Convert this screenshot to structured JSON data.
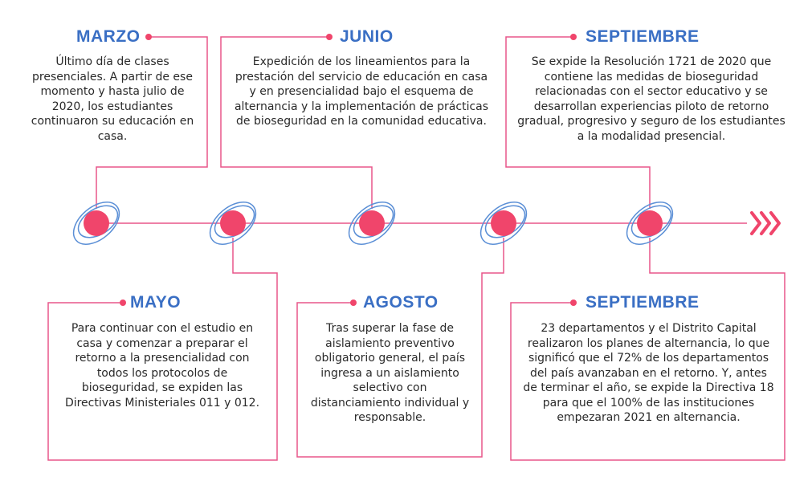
{
  "colors": {
    "accent": "#f0456b",
    "line": "#e8578a",
    "title": "#3a6fc4",
    "swirl": "#5b8fd6",
    "text": "#2a2a2a"
  },
  "events": [
    {
      "month": "MARZO",
      "text": "Último día de clases presenciales. A partir de ese momento y hasta julio de 2020, los estudiantes continuaron su educación en casa."
    },
    {
      "month": "JUNIO",
      "text": "Expedición de los lineamientos para la prestación del servicio de educación en casa y en presencialidad bajo el esquema de alternancia y la implementación de prácticas de bioseguridad en la comunidad educativa."
    },
    {
      "month": "SEPTIEMBRE",
      "text": "Se expide la Resolución 1721 de 2020 que contiene las medidas de bioseguridad relacionadas con el sector educativo y se desarrollan experiencias piloto de retorno gradual, progresivo y seguro de los estudiantes a la modalidad presencial."
    },
    {
      "month": "MAYO",
      "text": "Para continuar con el estudio en casa y comenzar a preparar el retorno a la presencialidad con todos los protocolos de bioseguridad, se expiden las Directivas Ministeriales 011 y 012."
    },
    {
      "month": "AGOSTO",
      "text": "Tras superar la fase de aislamiento preventivo obligatorio general, el país ingresa a un aislamiento selectivo con distanciamiento individual y responsable."
    },
    {
      "month": "SEPTIEMBRE",
      "text": "23 departamentos y el Distrito Capital realizaron los planes de alternancia, lo que significó que el 72% de los departamentos del país avanzaban en el retorno. Y, antes de terminar el año, se expide la Directiva 18 para que el 100% de las instituciones empezaran 2021 en alternancia."
    }
  ]
}
